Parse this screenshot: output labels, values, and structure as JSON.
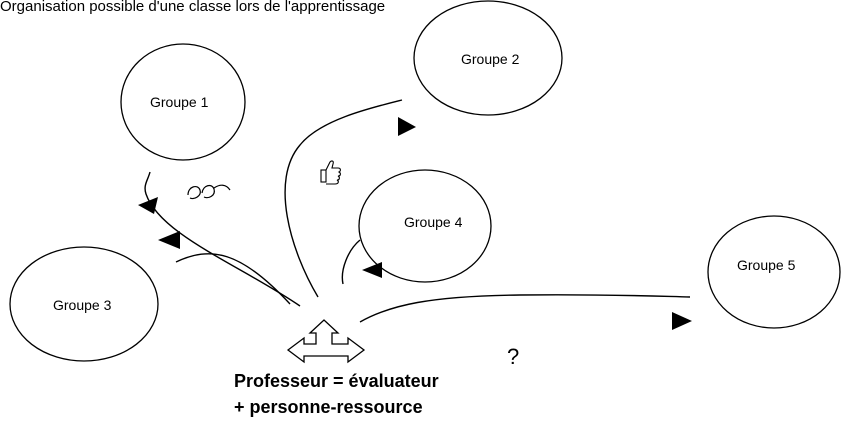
{
  "header_text": "Organisation possible d'une classe lors de l'apprentissage",
  "groups": [
    {
      "id": "g1",
      "label": "Groupe 1"
    },
    {
      "id": "g2",
      "label": "Groupe 2"
    },
    {
      "id": "g3",
      "label": "Groupe 3"
    },
    {
      "id": "g4",
      "label": "Groupe 4"
    },
    {
      "id": "g5",
      "label": "Groupe 5"
    }
  ],
  "question_mark": "?",
  "professor": {
    "line1": "Professeur =  évaluateur",
    "line2": "+ personne-ressource"
  },
  "icons": [
    "glasses-icon",
    "thumbs-up-icon",
    "four-way-arrow-icon"
  ]
}
